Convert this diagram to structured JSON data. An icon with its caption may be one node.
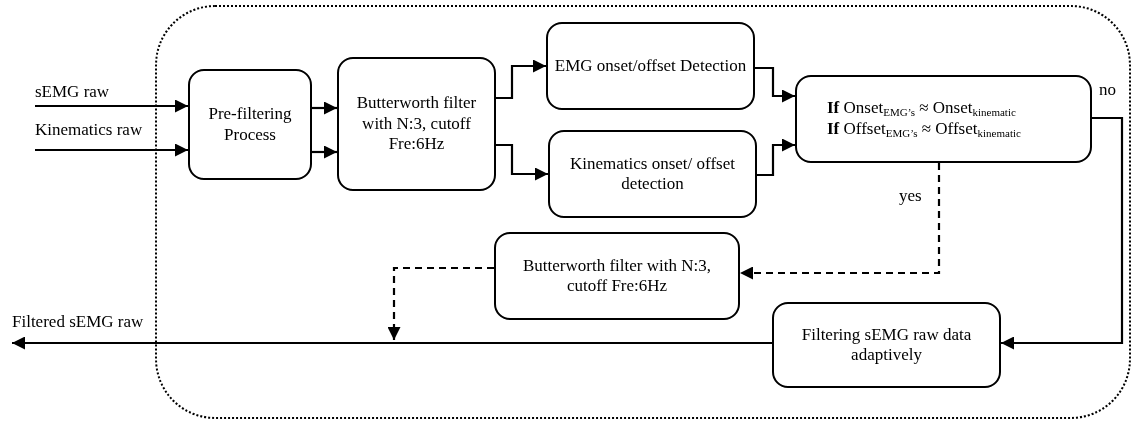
{
  "diagram": {
    "nodes": [
      {
        "text": [],
        "shape": "box"
      },
      {
        "text": [
          "sEMG raw"
        ]
      },
      {
        "text": [
          "Kinematics raw"
        ]
      },
      {
        "text": [
          "Pre-filtering Process"
        ],
        "in": 0
      },
      {
        "text": [
          "Butterworth filter with N:3, cutoff Fre:6Hz"
        ],
        "in": 0
      },
      {
        "text": [
          "EMG onset/offset Detection"
        ],
        "in": 0
      },
      {
        "text": [
          "Kinematics onset/ offset detection"
        ],
        "in": 0
      },
      {
        "text": [
          "**If** Onset$_{EMG’s}$ ≈ Onset$_{kinematic}$",
          "**If** Offset$_{EMG’s}$ ≈ Offset$_{kinematic}$"
        ],
        "in": 0
      },
      {
        "text": [
          "Butterworth filter with N:3, cutoff Fre:6Hz"
        ],
        "in": 0
      },
      {
        "text": [
          "Filtering sEMG raw data adaptively"
        ],
        "in": 0
      },
      {
        "text": [
          "Filtered sEMG raw"
        ]
      }
    ],
    "edges": [
      {
        "from": 1,
        "to": 3,
        "arrow": "to"
      },
      {
        "from": 2,
        "to": 3,
        "arrow": "to"
      },
      {
        "from": 3,
        "to": 4,
        "arrow": "to"
      },
      {
        "from": 3,
        "to": 4,
        "arrow": "to"
      },
      {
        "from": 4,
        "to": 5,
        "arrow": "to"
      },
      {
        "from": 4,
        "to": 6,
        "arrow": "to"
      },
      {
        "from": 5,
        "to": 7,
        "arrow": "to"
      },
      {
        "from": 6,
        "to": 7,
        "arrow": "to"
      },
      {
        "from": 7,
        "to": 8,
        "arrow": "to",
        "label": "yes",
        "style": "dashed"
      },
      {
        "from": 7,
        "to": 9,
        "arrow": "to",
        "label": "no"
      },
      {
        "from": 9,
        "to": 10,
        "arrow": "to"
      },
      {
        "from": 8,
        "to": null,
        "arrow": "to",
        "style": "dashed"
      }
    ]
  }
}
